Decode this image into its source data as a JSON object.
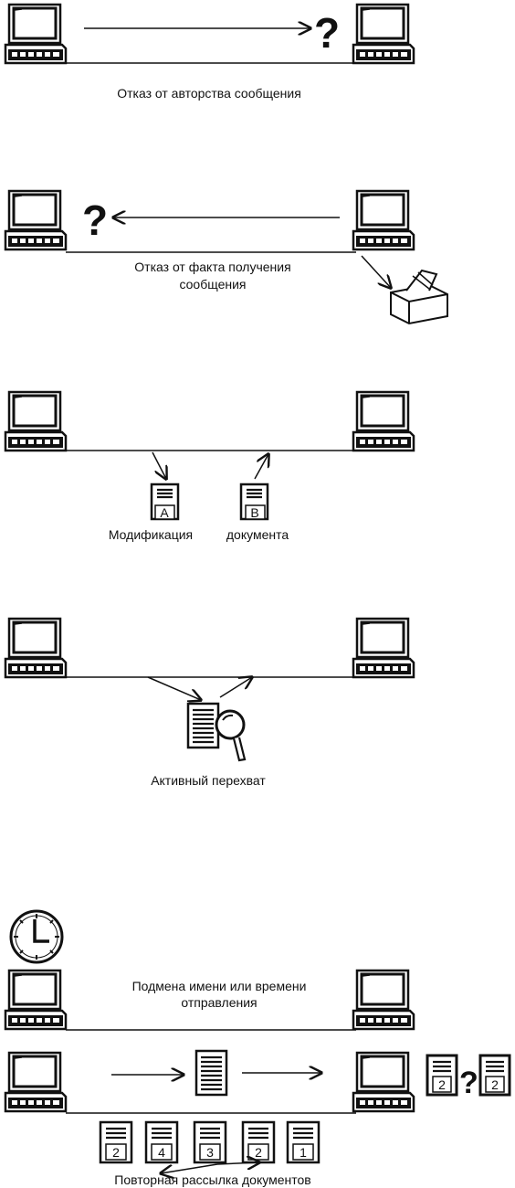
{
  "diagram": {
    "panels": [
      {
        "id": "repudiation-of-authorship",
        "caption": "Отказ от авторства сообщения",
        "marker": "?"
      },
      {
        "id": "repudiation-of-receipt",
        "caption_line1": "Отказ от факта получения",
        "caption_line2": "сообщения",
        "marker": "?"
      },
      {
        "id": "document-modification",
        "caption_part1": "Модификация",
        "caption_part2": "документа",
        "doc_labels": [
          "A",
          "B"
        ]
      },
      {
        "id": "active-interception",
        "caption": "Активный перехват"
      },
      {
        "id": "name-or-time-spoofing",
        "caption_line1": "Подмена имени или времени",
        "caption_line2": "отправления"
      },
      {
        "id": "replay",
        "caption": "Повторная рассылка документов",
        "queue_labels": [
          "2",
          "4",
          "3",
          "2",
          "1"
        ],
        "received_labels": [
          "2",
          "2"
        ],
        "marker": "?"
      }
    ]
  }
}
